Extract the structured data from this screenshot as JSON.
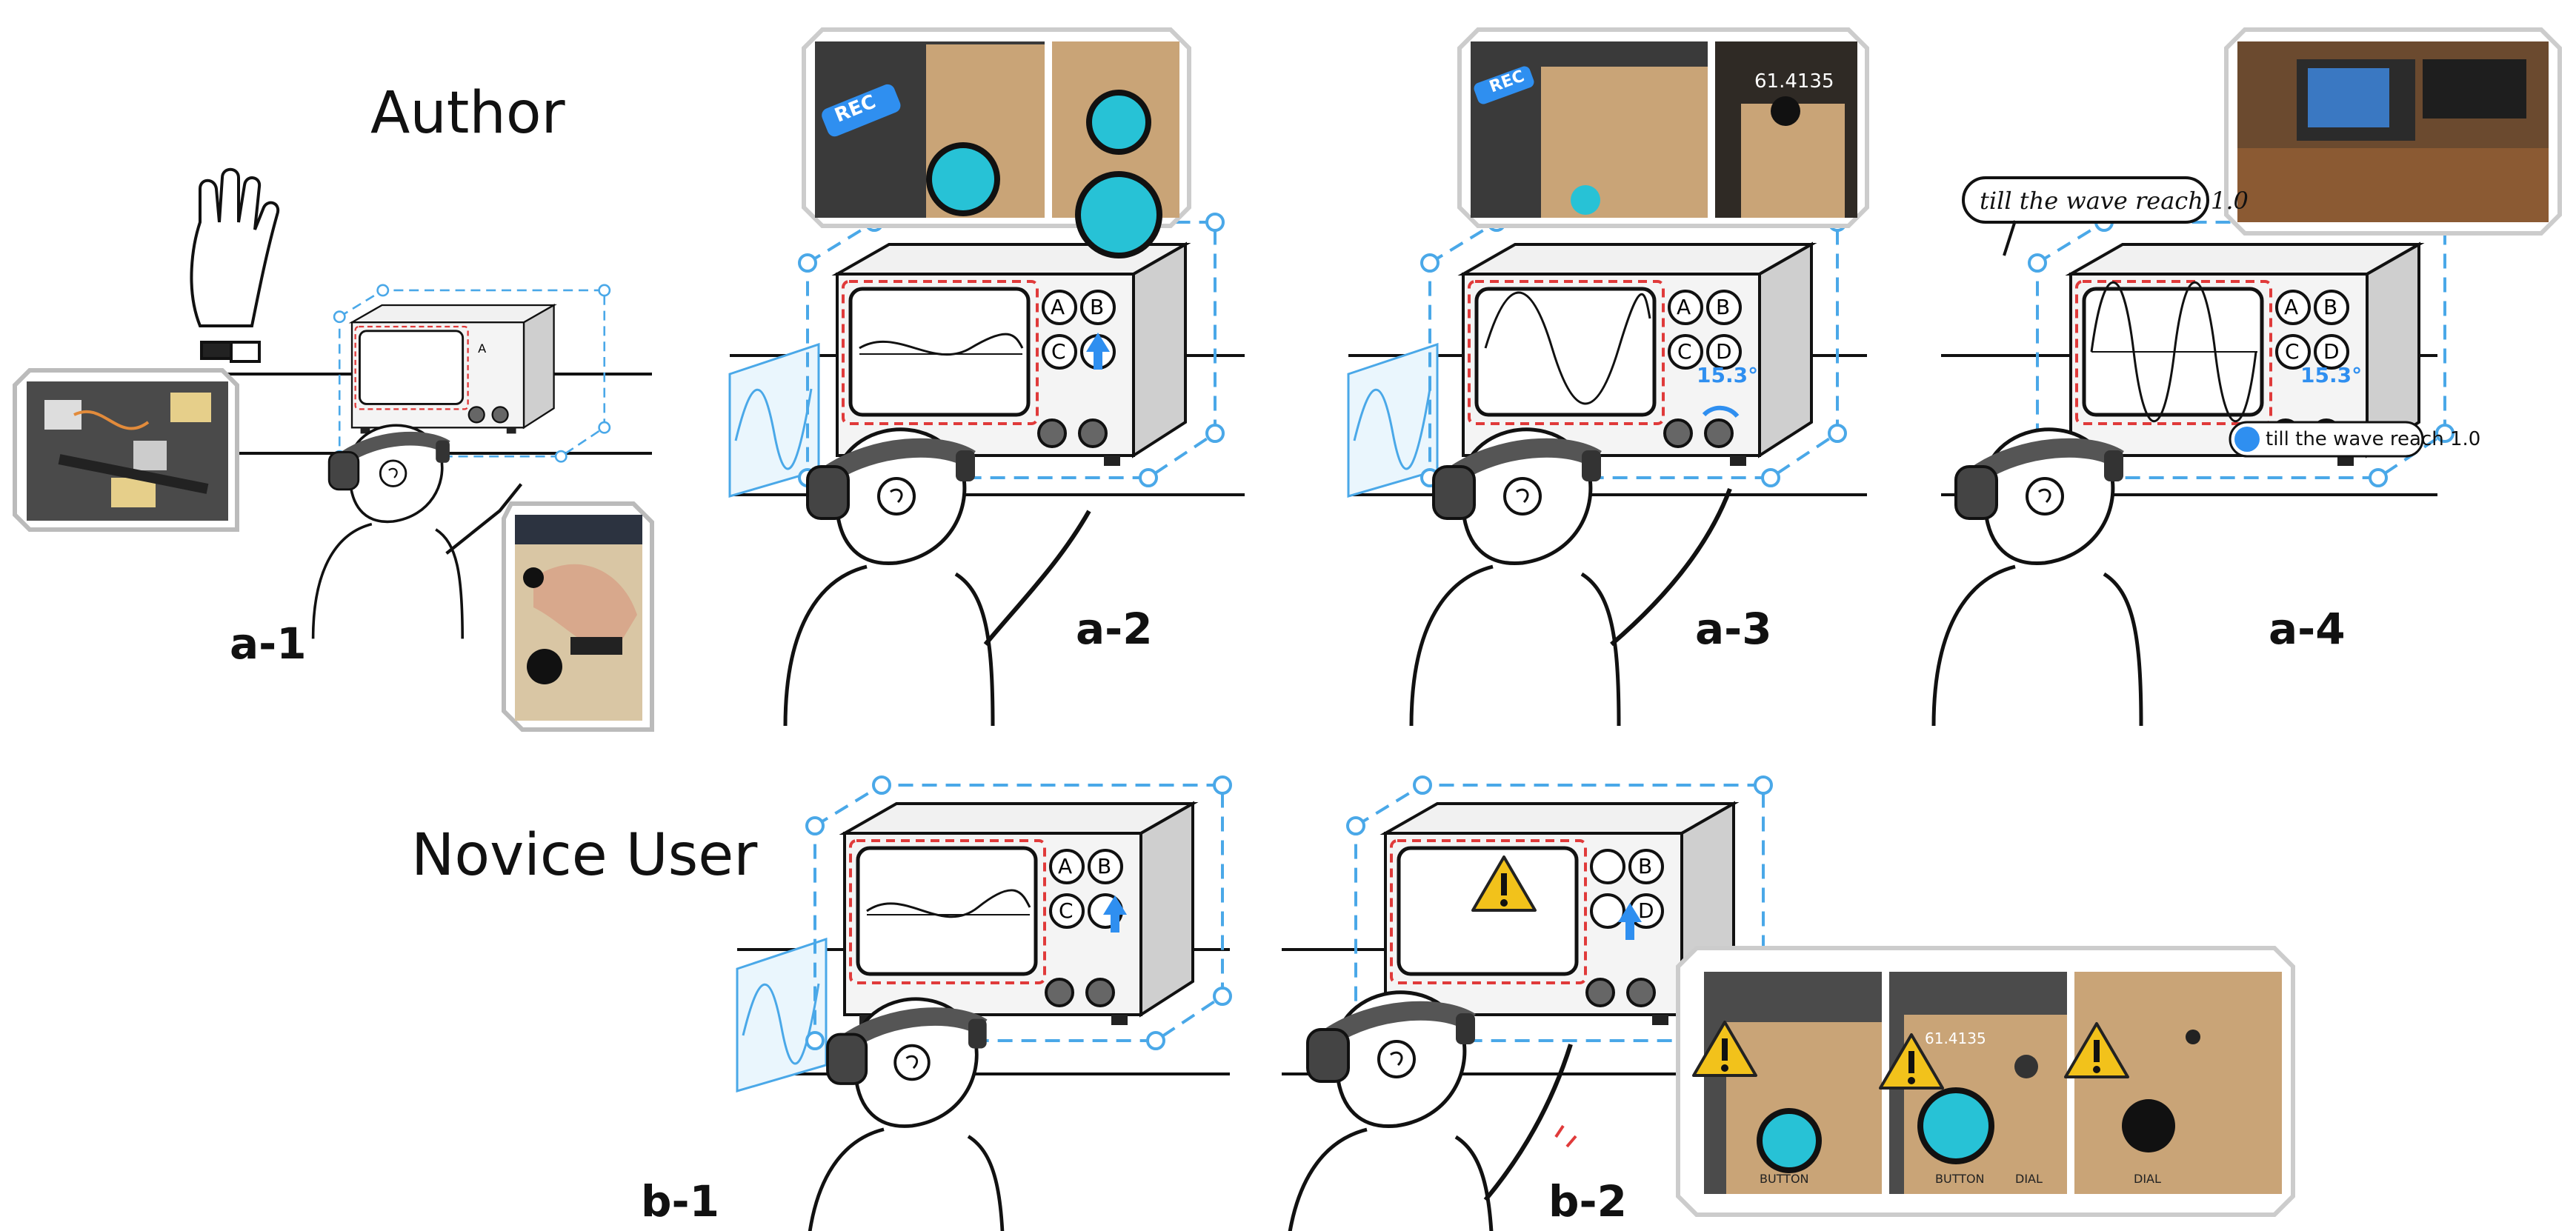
{
  "sections": {
    "author": "Author",
    "novice": "Novice User"
  },
  "panels": {
    "a1": "a-1",
    "a2": "a-2",
    "a3": "a-3",
    "a4": "a-4",
    "b1": "b-1",
    "b2": "b-2"
  },
  "device": {
    "button_labels": [
      "A",
      "B",
      "C",
      "D"
    ]
  },
  "annotations": {
    "rec_badge": "REC",
    "dial_reading": "61.4135",
    "dial_angle": "15.3°",
    "speech_bubble": "till the wave reach 1.0",
    "voice_caption": "till the wave reach 1.0",
    "photo_labels": [
      "BUTTON",
      "BUTTON",
      "DIAL",
      "DIAL"
    ]
  },
  "colors": {
    "highlight_blue": "#4aa8e8",
    "highlight_red": "#e03a3a",
    "warning_yellow": "#f2c21b",
    "accent_cyan": "#27c2d6",
    "cardboard": "#c9a477"
  }
}
